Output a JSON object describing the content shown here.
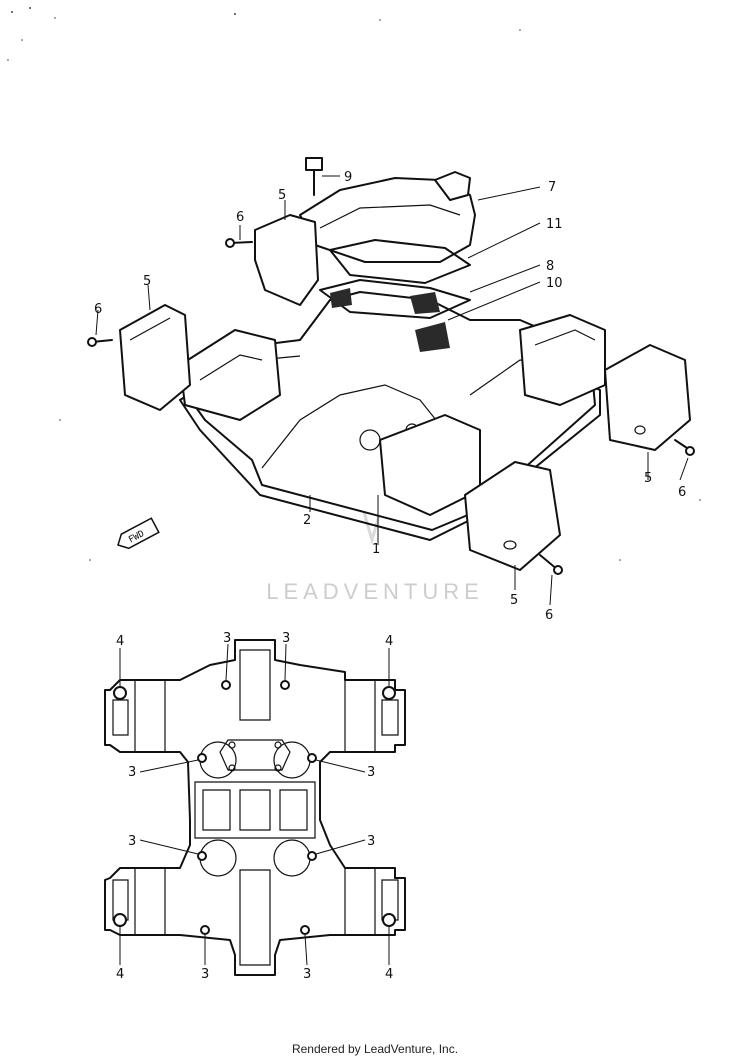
{
  "diagram": {
    "top_callouts": [
      "9",
      "7",
      "11",
      "8",
      "10",
      "5",
      "6",
      "5",
      "6",
      "5",
      "6",
      "5",
      "6",
      "2",
      "1"
    ],
    "direction_tag": "FWD",
    "bottom_callouts": [
      "4",
      "3",
      "3",
      "4",
      "3",
      "3",
      "3",
      "3",
      "4",
      "3",
      "3",
      "4"
    ]
  },
  "watermark": "LEADVENTURE",
  "footer": "Rendered by LeadVenture, Inc."
}
